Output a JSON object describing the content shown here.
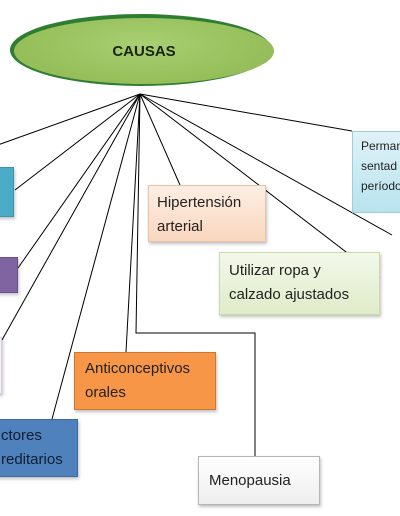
{
  "root": {
    "label": "CAUSAS"
  },
  "causes": {
    "hipertension": {
      "line1": "Hipertensión",
      "line2": "arterial"
    },
    "ropa": {
      "line1": "Utilizar ropa y",
      "line2": "calzado ajustados"
    },
    "permanecer": {
      "line1": "Perman",
      "line2": "sentad",
      "line3": "período"
    },
    "anticonceptivos": {
      "line1": "Anticonceptivos",
      "line2": "orales"
    },
    "factores": {
      "line1": "ctores",
      "line2": "reditarios"
    },
    "menopausia": {
      "label": "Menopausia"
    }
  },
  "colors": {
    "root_fill": "#98c05c",
    "hipertension_fill": "#f9d7bf",
    "ropa_fill": "#dfecc9",
    "permanecer_fill": "#b8e3ee",
    "cyan_box": "#4bacc6",
    "purple_box": "#8064a2",
    "anticonceptivos_fill": "#f79646",
    "factores_fill": "#4f81bd",
    "menopausia_fill": "#eeeeee",
    "connector": "#000000"
  }
}
